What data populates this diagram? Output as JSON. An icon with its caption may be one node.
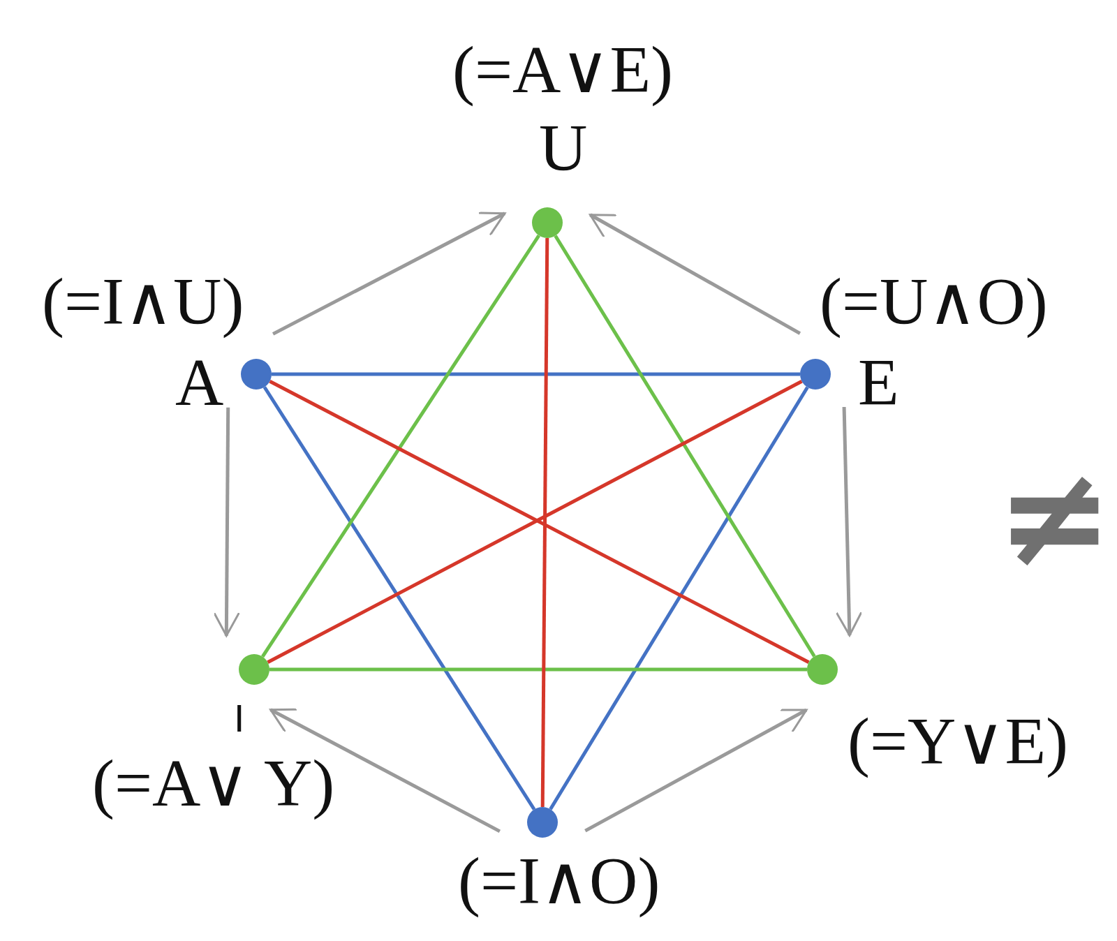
{
  "diagram": {
    "nodes": [
      {
        "text": [
          "(=A∨E)",
          "U"
        ]
      },
      {
        "text": [
          "(=I∧U)",
          "A"
        ]
      },
      {
        "text": [
          "(=U∧O)",
          "E"
        ]
      },
      {
        "text": [
          "I",
          "(=A∨ Y)"
        ]
      },
      {
        "text": [
          "(=Y∨E)"
        ]
      },
      {
        "text": [
          "(=I∧O)"
        ]
      }
    ],
    "edges": [
      {
        "from": 1,
        "to": 0,
        "arrow": "to"
      },
      {
        "from": 2,
        "to": 0,
        "arrow": "to"
      },
      {
        "from": 1,
        "to": 3,
        "arrow": "to"
      },
      {
        "from": 2,
        "to": 4,
        "arrow": "to"
      },
      {
        "from": 5,
        "to": 3,
        "arrow": "to"
      },
      {
        "from": 5,
        "to": 4,
        "arrow": "to"
      },
      {
        "from": 1,
        "to": 2,
        "arrow": "none",
        "color": "#4472c4"
      },
      {
        "from": 1,
        "to": 5,
        "arrow": "none",
        "color": "#4472c4"
      },
      {
        "from": 2,
        "to": 5,
        "arrow": "none",
        "color": "#4472c4"
      },
      {
        "from": 0,
        "to": 3,
        "arrow": "none",
        "color": "#6cc04a"
      },
      {
        "from": 0,
        "to": 4,
        "arrow": "none",
        "color": "#6cc04a"
      },
      {
        "from": 3,
        "to": 4,
        "arrow": "none",
        "color": "#6cc04a"
      },
      {
        "from": 1,
        "to": 4,
        "arrow": "none",
        "color": "#d5372a"
      },
      {
        "from": 2,
        "to": 3,
        "arrow": "none",
        "color": "#d5372a"
      },
      {
        "from": 0,
        "to": 5,
        "arrow": "none",
        "color": "#d5372a"
      }
    ],
    "labels": [
      "≠"
    ]
  }
}
